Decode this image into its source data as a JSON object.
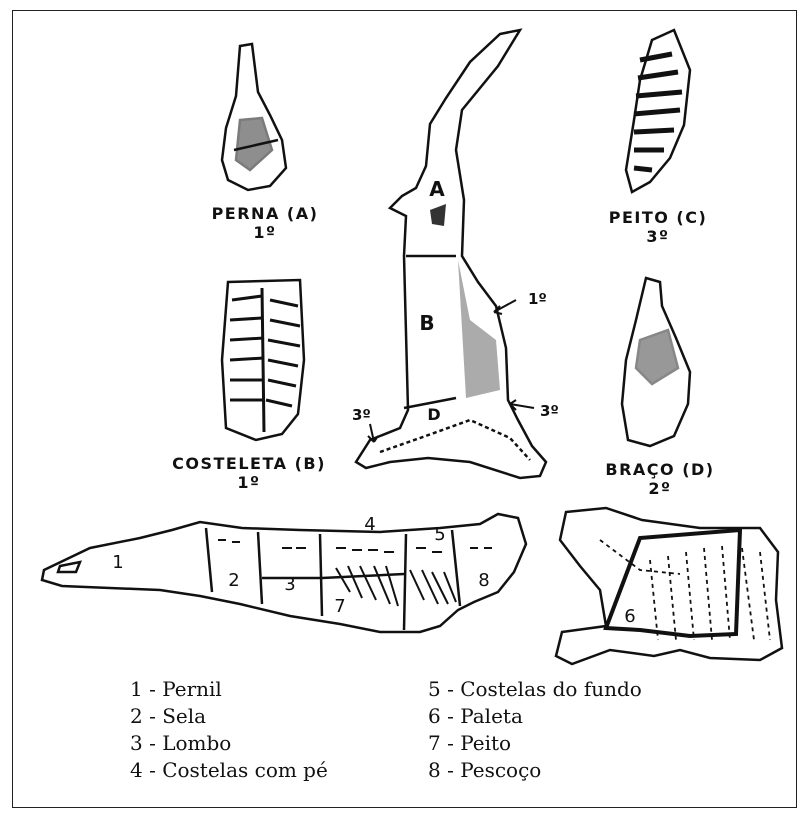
{
  "cuts": [
    {
      "name": "PERNA (A)",
      "rank": "1º"
    },
    {
      "name": "PEITO (C)",
      "rank": "3º"
    },
    {
      "name": "COSTELETA (B)",
      "rank": "1º"
    },
    {
      "name": "BRAÇO (D)",
      "rank": "2º"
    }
  ],
  "carcass_marks": {
    "a": "A",
    "b": "B",
    "d": "D",
    "rank_1": "1º",
    "rank_3_right": "3º",
    "rank_3_left": "3º"
  },
  "region_numbers": [
    "1",
    "2",
    "3",
    "4",
    "5",
    "6",
    "7",
    "8"
  ],
  "legend_left": [
    "1 - Pernil",
    "2 - Sela",
    "3 - Lombo",
    "4 - Costelas com pé"
  ],
  "legend_right": [
    "5 - Costelas do fundo",
    "6 - Paleta",
    "7 - Peito",
    "8 - Pescoço"
  ],
  "colors": {
    "ink": "#111111",
    "paper": "#ffffff"
  }
}
